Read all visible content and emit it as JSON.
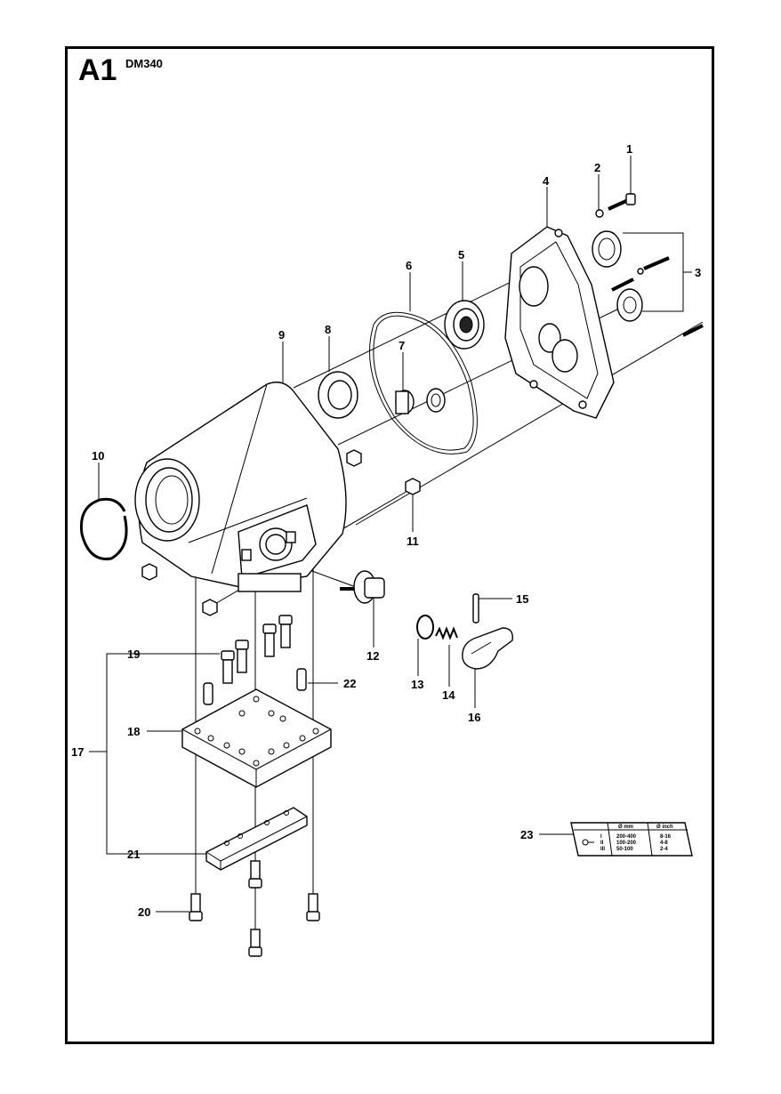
{
  "header": {
    "section": "A1",
    "model": "DM340"
  },
  "callouts": [
    "1",
    "2",
    "3",
    "4",
    "5",
    "6",
    "7",
    "8",
    "9",
    "10",
    "11",
    "12",
    "13",
    "14",
    "15",
    "16",
    "17",
    "18",
    "19",
    "20",
    "21",
    "22",
    "23"
  ],
  "decal": {
    "headers": [
      "Ø mm",
      "Ø inch"
    ],
    "rows": [
      {
        "gear": "I",
        "mm": "200-400",
        "inch": "8-16"
      },
      {
        "gear": "II",
        "mm": "100-200",
        "inch": "4-8"
      },
      {
        "gear": "III",
        "mm": "50-100",
        "inch": "2-4"
      }
    ]
  },
  "colors": {
    "line": "#000000",
    "background": "#ffffff"
  }
}
